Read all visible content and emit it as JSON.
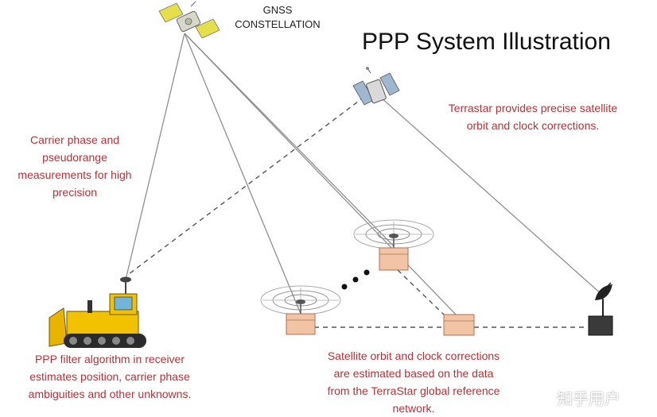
{
  "title": "PPP System Illustration",
  "gnss_label": {
    "line1": "GNSS",
    "line2": "CONSTELLATION"
  },
  "annotations": {
    "carrier_phase": [
      "Carrier phase and",
      "pseudorange",
      "measurements for high",
      "precision"
    ],
    "terrastar": [
      "Terrastar provides precise satellite",
      "orbit and clock corrections."
    ],
    "ppp_filter": [
      "PPP filter algorithm in receiver",
      "estimates position, carrier phase",
      "ambiguities and other unknowns."
    ],
    "satellite_orbit": [
      "Satellite orbit and clock corrections",
      "are estimated based on the data",
      "from the TerraStar global reference",
      "network."
    ]
  },
  "watermark": "知乎用户",
  "colors": {
    "annotation_text": "#b5333a",
    "title_text": "#111111",
    "lines": "#8f8f8f",
    "station_box": "#f2c3a5"
  }
}
